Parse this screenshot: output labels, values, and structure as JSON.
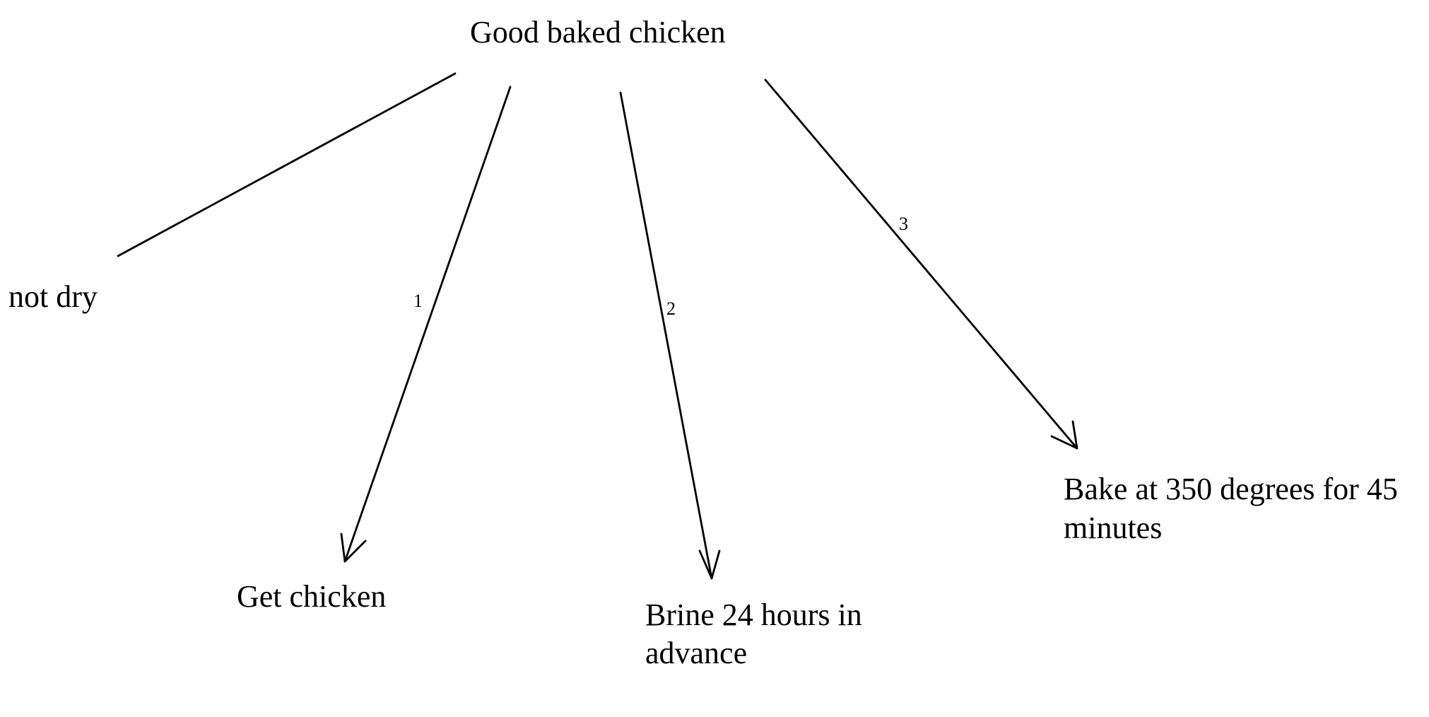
{
  "diagram": {
    "root": "Good baked chicken",
    "nodes": {
      "not_dry": "not dry",
      "get_chicken": "Get chicken",
      "brine_line1": "Brine 24 hours in",
      "brine_line2": "advance",
      "bake_line1": "Bake at 350 degrees for 45",
      "bake_line2": "minutes"
    },
    "edges": [
      {
        "from": "Good baked chicken",
        "to": "not dry",
        "label": "",
        "arrow": false
      },
      {
        "from": "Good baked chicken",
        "to": "Get chicken",
        "label": "1",
        "arrow": true
      },
      {
        "from": "Good baked chicken",
        "to": "Brine 24 hours in advance",
        "label": "2",
        "arrow": true
      },
      {
        "from": "Good baked chicken",
        "to": "Bake at 350 degrees for 45 minutes",
        "label": "3",
        "arrow": true
      }
    ],
    "edge_labels": {
      "e1": "1",
      "e2": "2",
      "e3": "3"
    }
  }
}
